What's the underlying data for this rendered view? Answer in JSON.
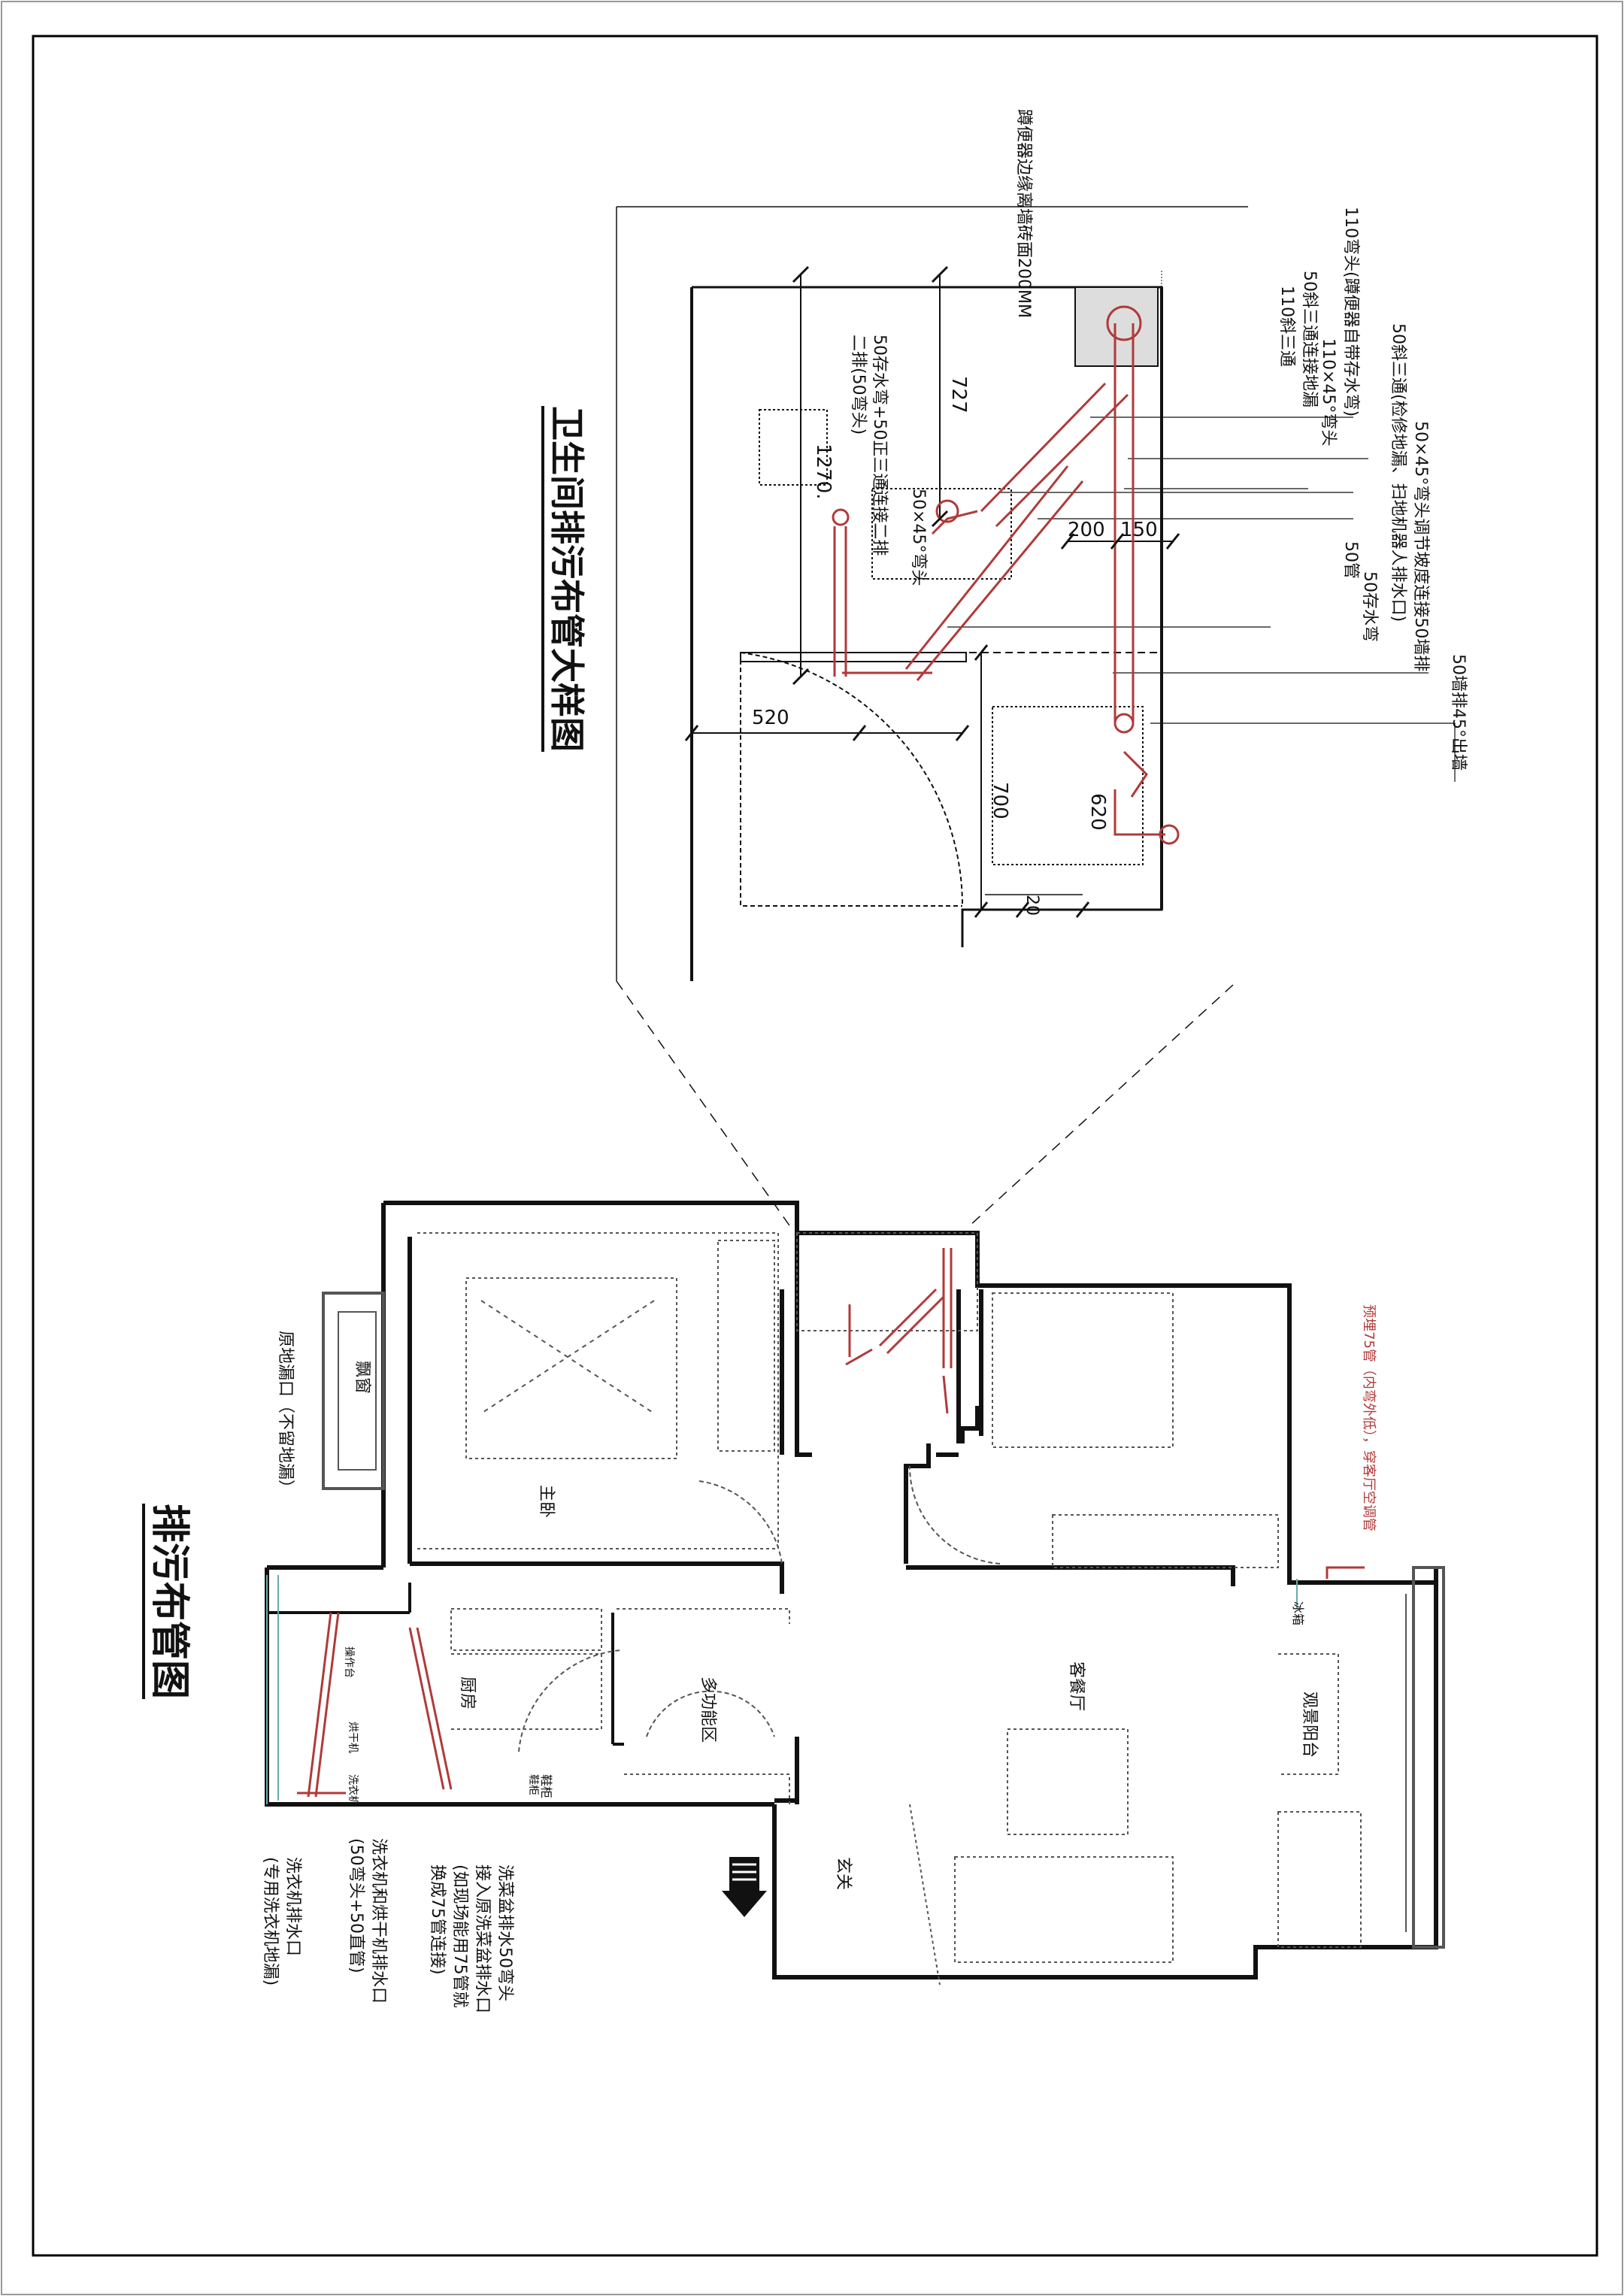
{
  "titles": {
    "main": "排污布管图",
    "detail": "卫生间排污布管大样图"
  },
  "detail_labels": {
    "l1": "50墙排45°出墙",
    "l2": "50×45°弯头调节坡度连接50墙排",
    "l3": "50斜三通(检修地漏、扫地机器人排水口)",
    "l4": "110弯头(蹲便器自带存水弯)",
    "l5": "110×45°弯头",
    "l6": "50斜三通连接地漏",
    "l7": "110斜三通",
    "l8": "50管",
    "l9": "50存水弯",
    "l10": "蹲便器边缘离墙砖面200MM",
    "l11": "50存水弯+50正三通连接二排",
    "l12": "二排(50弯头)",
    "l13": "50×45°弯头"
  },
  "dimensions": {
    "d727": "727",
    "d1270": "1270.",
    "d200": "200",
    "d150": "150",
    "d520": "520",
    "d700": "700",
    "d620": "620",
    "d20": "20"
  },
  "rooms": {
    "master": "主卧",
    "bay": "飘窗",
    "kitchen": "厨房",
    "multi": "多功能区",
    "living": "客餐厅",
    "balcony": "观景阳台",
    "entry": "玄关",
    "cabinet": "鞋柜",
    "fridge": "冰箱",
    "washer": "洗衣机",
    "dryer": "烘干机",
    "counter": "操作台",
    "drawer": "鞋柜"
  },
  "plan_labels": {
    "floor_drain": "原地漏口（不留地漏）",
    "sink1": "洗菜盆排水50弯头",
    "sink2": "接入原洗菜盆排水口",
    "sink3": "(如现场能用75管就",
    "sink4": "换成75管连接)",
    "washer1": "洗衣机和烘干机排水口",
    "washer2": "(50弯头+50直管)",
    "washer3": "洗衣机排水口",
    "washer4": "(专用洗衣机地漏)",
    "ac1": "预埋75管（内弯外低），穿客厅空调管"
  },
  "colors": {
    "line": "#1a1a1a",
    "pipe": "#b03a3a",
    "frame": "#000000"
  }
}
